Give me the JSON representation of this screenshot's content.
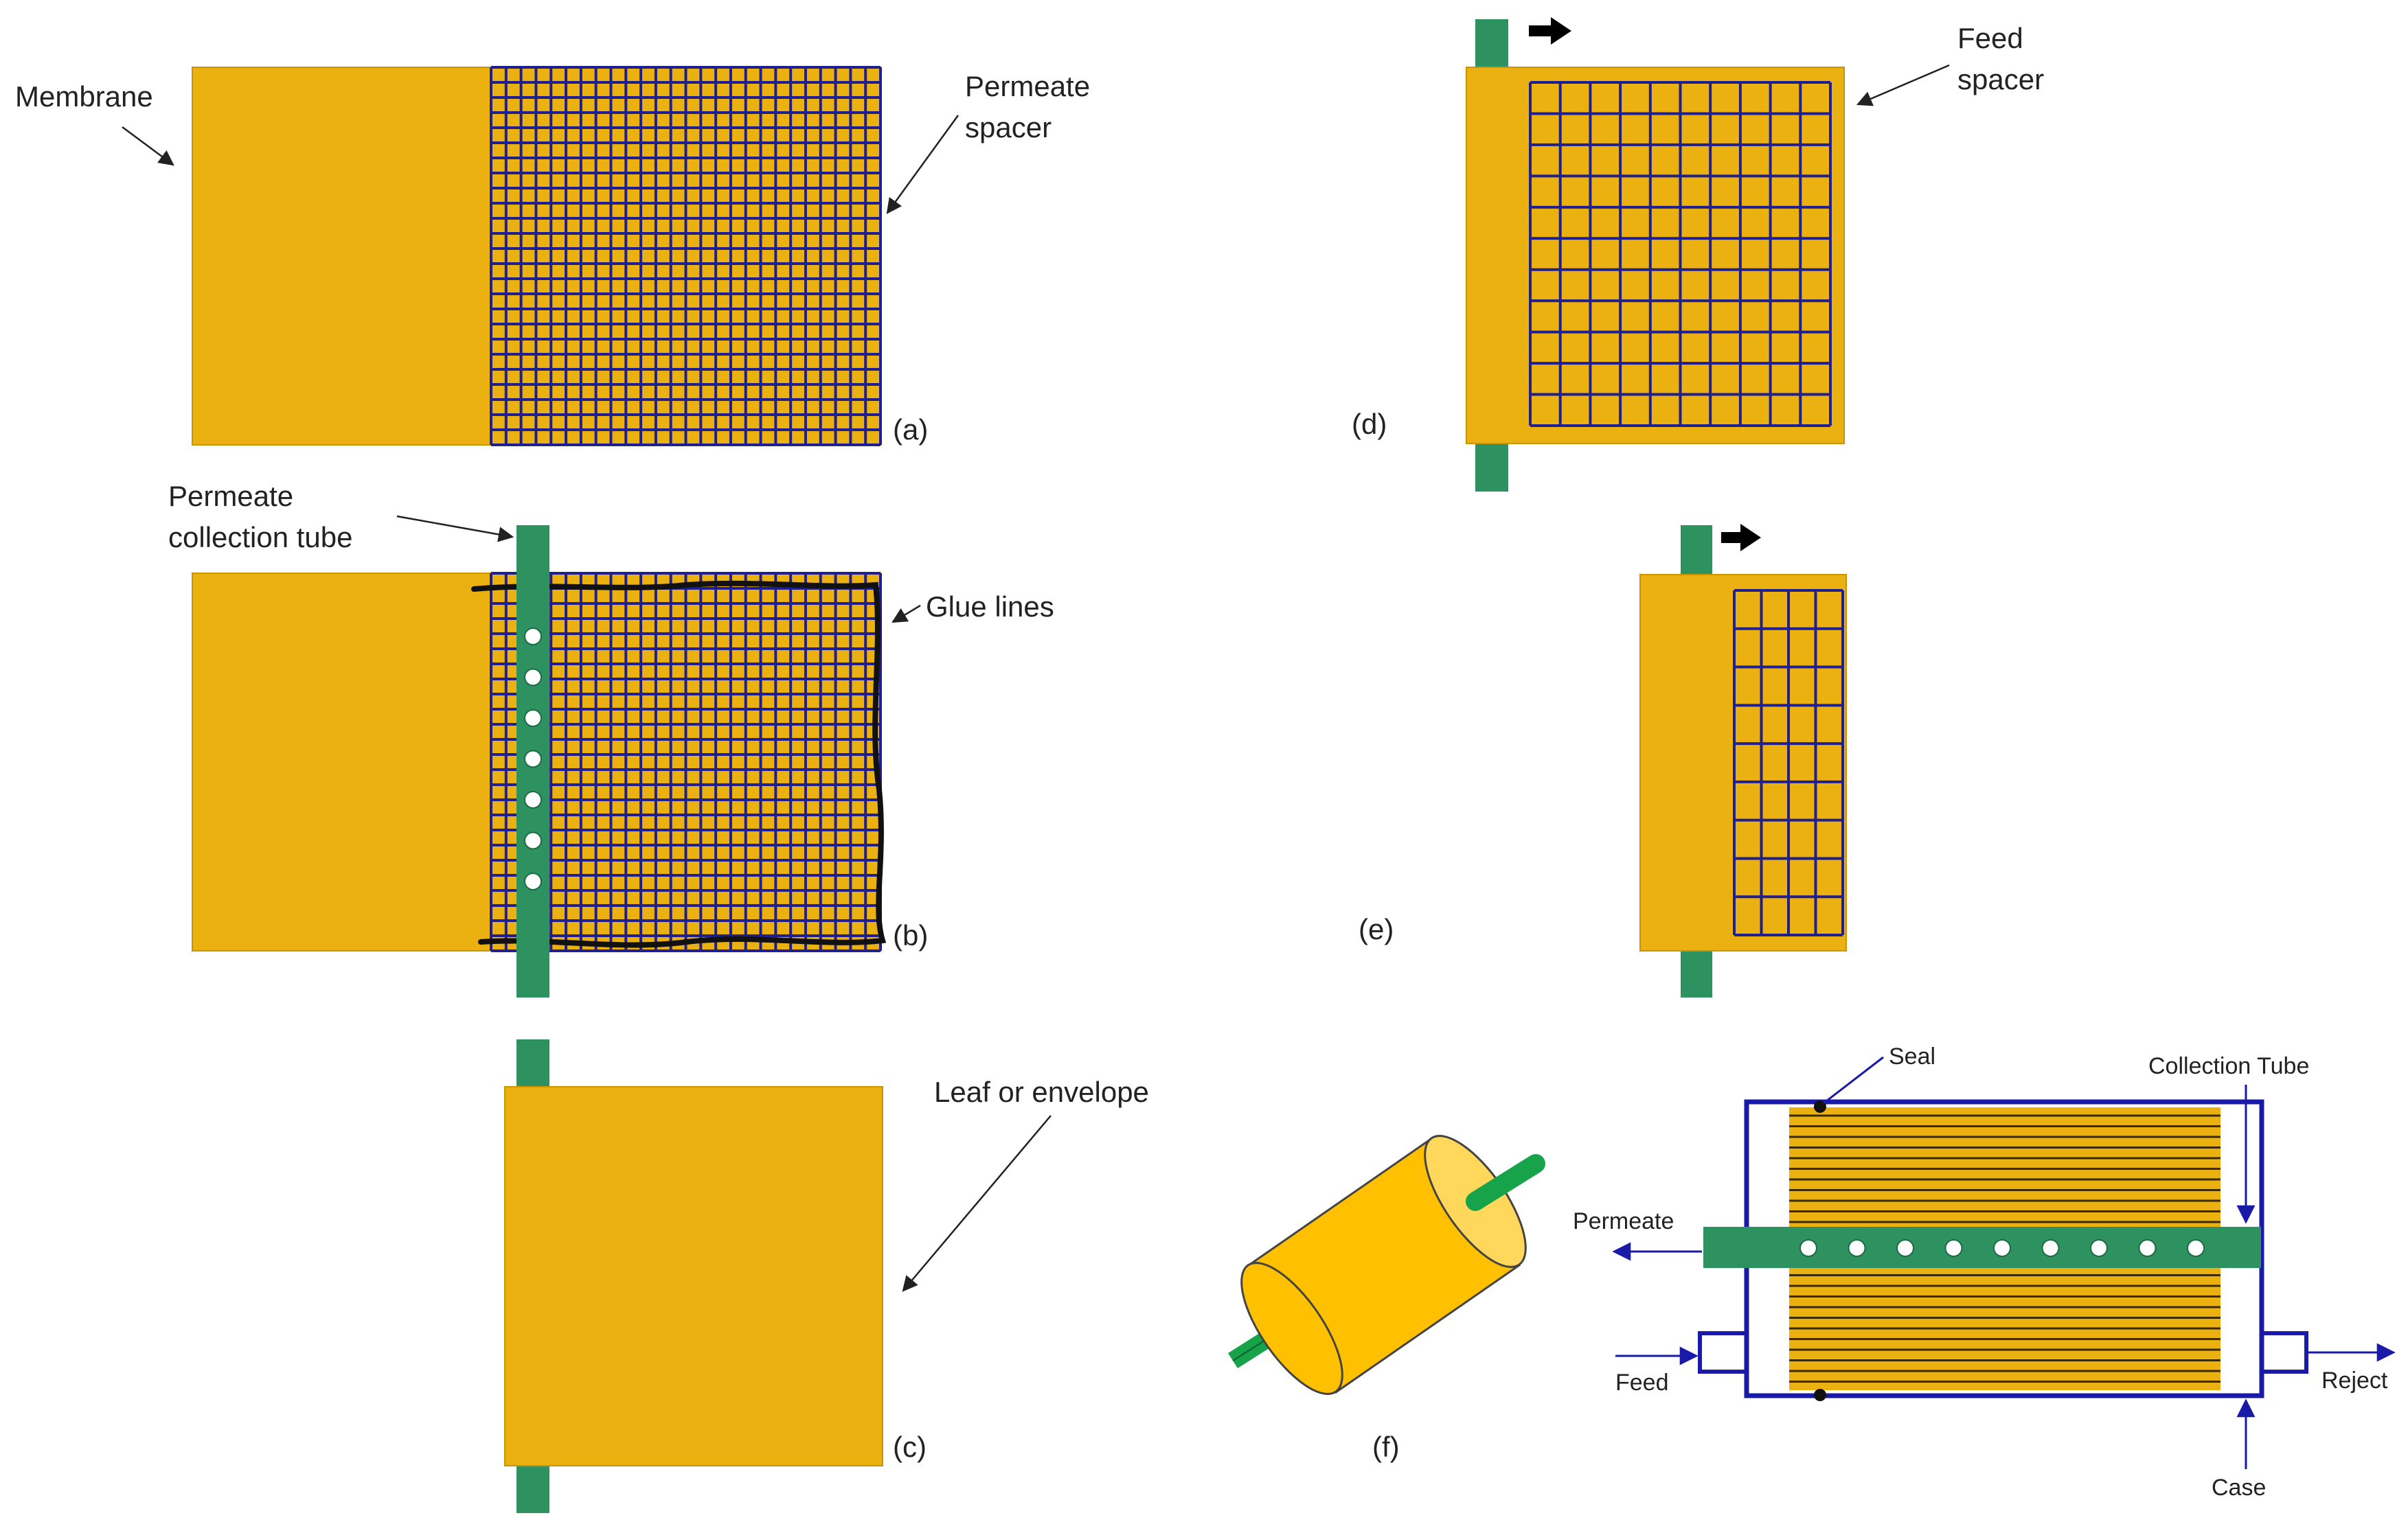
{
  "colors": {
    "membrane": "#EBB111",
    "membrane_edge": "#D39A00",
    "spacer_grid": "#1F1F8F",
    "collection_tube": "#2E9160",
    "glue": "#111111",
    "arrow": "#000000",
    "case": "#1A1AA8",
    "cylinder": "#FFC000",
    "cylinder_face": "#FFD75A",
    "flow_arrow": "#1A1AA8"
  },
  "labels": {
    "membrane": "Membrane",
    "permeate_spacer_line1": "Permeate",
    "permeate_spacer_line2": "spacer",
    "permeate_tube_line1": "Permeate",
    "permeate_tube_line2": "collection tube",
    "glue_lines": "Glue lines",
    "leaf": "Leaf or envelope",
    "feed_spacer_line1": "Feed",
    "feed_spacer_line2": "spacer",
    "seal": "Seal",
    "collection_tube": "Collection Tube",
    "permeate": "Permeate",
    "feed": "Feed",
    "reject": "Reject",
    "case": "Case"
  },
  "panels": {
    "a": "(a)",
    "b": "(b)",
    "c": "(c)",
    "d": "(d)",
    "e": "(e)",
    "f": "(f)"
  },
  "icons": {
    "flow_arrow": "right-block-arrow-icon",
    "arrow_head": "arrowhead-icon"
  }
}
